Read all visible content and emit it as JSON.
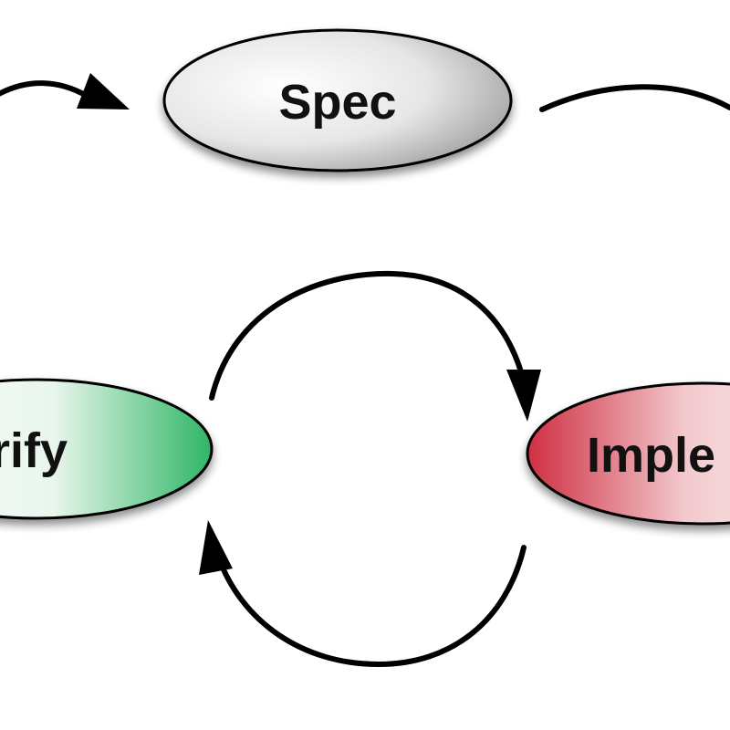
{
  "nodes": {
    "spec": {
      "label": "Spec",
      "color": "#9a9a9a"
    },
    "verify": {
      "label": "rify",
      "color": "#3bb86a"
    },
    "implement": {
      "label": "Imple",
      "color": "#cc3344"
    }
  },
  "colors": {
    "arrow": "#000000",
    "background": "#ffffff"
  }
}
